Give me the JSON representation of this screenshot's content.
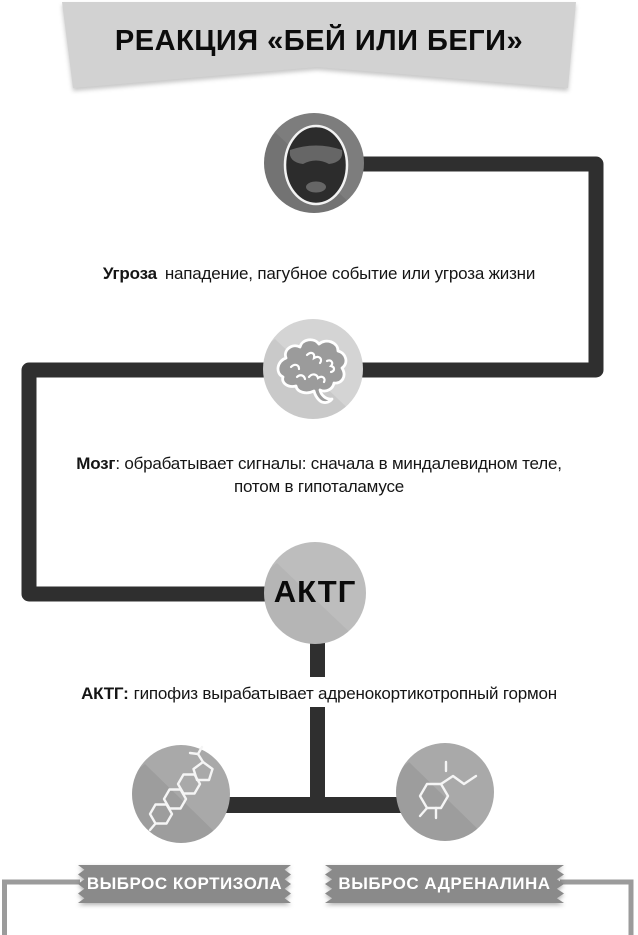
{
  "title_banner": {
    "text": "РЕАКЦИЯ «БЕЙ ИЛИ БЕГИ»"
  },
  "nodes": {
    "threat": {
      "icon": "masked-face-icon"
    },
    "brain": {
      "icon": "brain-icon"
    },
    "acth": {
      "label": "АКТГ"
    },
    "cortisol": {
      "icon": "cortisol-molecule-icon"
    },
    "adrenaline": {
      "icon": "adrenaline-molecule-icon"
    }
  },
  "captions": {
    "threat": {
      "bold": "Угроза",
      "rest": "нападение, пагубное событие или угроза жизни"
    },
    "brain": {
      "bold": "Мозг",
      "rest": ": обрабатывает сигналы: сначала в миндалевидном теле,",
      "line2": "потом в гипоталамусе"
    },
    "acth": {
      "bold": "АКТГ:",
      "rest": "гипофиз вырабатывает адренокортикотропный гормон"
    }
  },
  "ribbons": [
    {
      "label": "ВЫБРОС КОРТИЗОЛА"
    },
    {
      "label": "ВЫБРОС АДРЕНАЛИНА"
    }
  ],
  "colors": {
    "banner": "#d2d2d2",
    "connector_dark": "#2f2f2f",
    "connector_thin": "#9b9b9b",
    "node_threat": "#7d7d7d",
    "node_brain": "#d4d4d4",
    "node_acth": "#bdbdbd",
    "node_molecule": "#a9a9a9",
    "ribbon": "#8a8a8a",
    "ribbon_text": "#ffffff",
    "text": "#111111"
  }
}
